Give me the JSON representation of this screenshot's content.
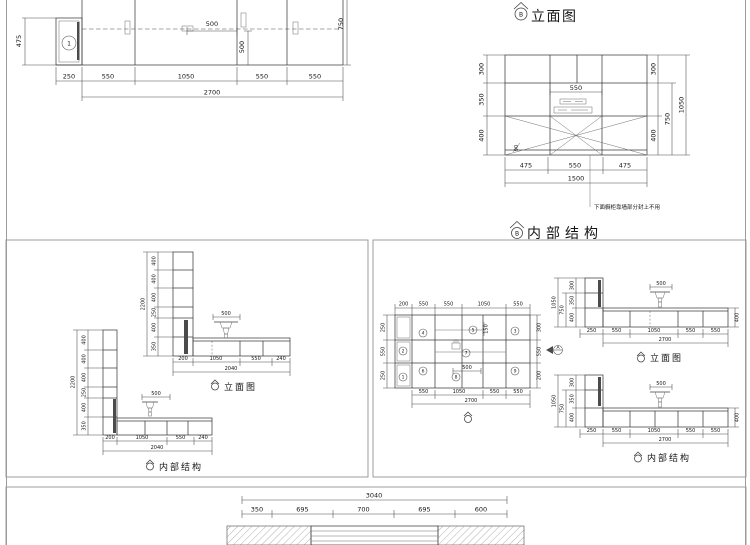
{
  "colors": {
    "line": "#3c3c3c",
    "dark_fill": "#4b4b4b",
    "panel_border": "#9c9c9c",
    "background": "#ffffff"
  },
  "top_left": {
    "circle_label": "1",
    "dim_475": "475",
    "dim_500_h": "500",
    "dim_500_v": "500",
    "dim_750": "750",
    "chain": [
      "250",
      "550",
      "1050",
      "550",
      "550"
    ],
    "total": "2700"
  },
  "top_right": {
    "title": "立面图",
    "marker": "B",
    "left_chain": [
      "300",
      "350",
      "400"
    ],
    "right_300": "300",
    "right_750": "750",
    "right_1050": "1050",
    "right_400": "400",
    "inner_550": "550",
    "dim_90": "90",
    "bottom_chain": [
      "475",
      "550",
      "475"
    ],
    "bottom_total": "1500",
    "note": "下面橱柜靠墙部分封上不用"
  },
  "section_heading": {
    "title": "内部结构",
    "marker": "B"
  },
  "mid_left": {
    "elevation": {
      "label": "立面图",
      "v_chain": [
        "400",
        "400",
        "400",
        "250",
        "400",
        "350"
      ],
      "v_total": "2200",
      "tap_dim": "500",
      "bottom_chain": [
        "200",
        "1050",
        "550",
        "240"
      ],
      "bottom_total": "2040"
    },
    "internal": {
      "label": "内部结构",
      "v_chain": [
        "400",
        "400",
        "400",
        "250",
        "400",
        "350"
      ],
      "v_total": "2200",
      "tap_dim": "500",
      "bottom_chain": [
        "200",
        "1050",
        "550",
        "240"
      ],
      "bottom_total": "2040"
    }
  },
  "mid_right": {
    "plan": {
      "top_chain": [
        "200",
        "550",
        "550",
        "1050",
        "550"
      ],
      "bottom_chain": [
        "550",
        "1050",
        "550",
        "550"
      ],
      "bottom_total": "2700",
      "left_chain": [
        "250",
        "550",
        "250"
      ],
      "right_chain": [
        "300",
        "550",
        "200"
      ],
      "inner_500": "500",
      "inner_150": "150",
      "circles": [
        "1",
        "2",
        "3",
        "4",
        "5",
        "6",
        "7",
        "8",
        "9"
      ],
      "marker": "A"
    },
    "elevation": {
      "label": "立面图",
      "left_chain": [
        "300",
        "350",
        "400"
      ],
      "left_750": "750",
      "left_total": "1050",
      "tap_dim": "500",
      "right_400": "400",
      "bottom_chain": [
        "250",
        "550",
        "1050",
        "550",
        "550"
      ],
      "bottom_total": "2700"
    },
    "internal": {
      "label": "内部结构",
      "left_chain": [
        "300",
        "350",
        "400"
      ],
      "left_750": "750",
      "left_total": "1050",
      "tap_dim": "500",
      "right_400": "400",
      "bottom_chain": [
        "250",
        "550",
        "1050",
        "550",
        "550"
      ],
      "bottom_total": "2700"
    }
  },
  "bottom": {
    "total": "3040",
    "chain": [
      "350",
      "695",
      "700",
      "695",
      "600"
    ]
  }
}
